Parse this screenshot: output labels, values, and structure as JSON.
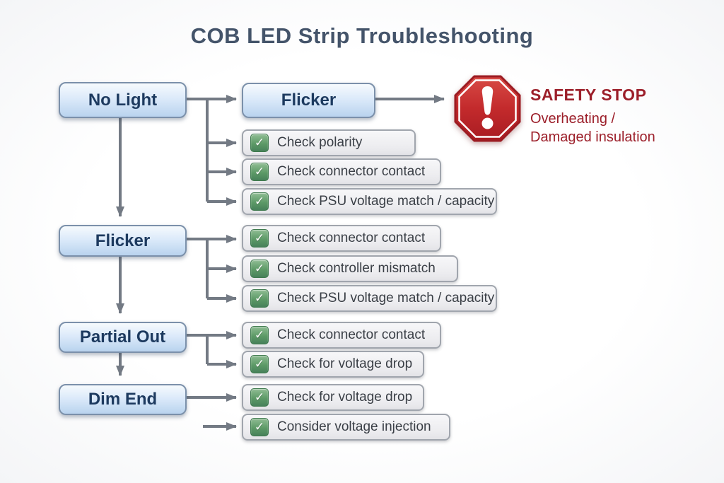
{
  "title": "COB LED Strip Troubleshooting",
  "flow": {
    "no_light": {
      "label": "No Light"
    },
    "flicker_top": {
      "label": "Flicker"
    },
    "flicker": {
      "label": "Flicker"
    },
    "partial_out": {
      "label": "Partial Out"
    },
    "dim_end": {
      "label": "Dim End"
    }
  },
  "safety_stop": {
    "title": "SAFETY STOP",
    "line1": "Overheating /",
    "line2": "Damaged insulation",
    "icon": "stop-octagon-exclamation-icon"
  },
  "checks": {
    "no_light": [
      "Check polarity",
      "Check connector contact",
      "Check PSU voltage match / capacity"
    ],
    "flicker": [
      "Check connector contact",
      "Check controller mismatch",
      "Check PSU voltage match / capacity"
    ],
    "partial_out": [
      "Check connector contact",
      "Check for voltage drop"
    ],
    "dim_end": [
      "Check for voltage drop",
      "Consider voltage injection"
    ]
  },
  "icons": {
    "check_glyph": "✓"
  },
  "colors": {
    "title_text": "#44546a",
    "node_fill_top": "#f6fafd",
    "node_fill_bottom": "#b9d3ee",
    "node_border": "#7b90aa",
    "node_text": "#1d3a5f",
    "arrow": "#737a84",
    "check_green": "#5d9a67",
    "item_border": "#a0a5ad",
    "item_text": "#3a3f46",
    "stop_red": "#b5242a",
    "safety_text": "#9c1f2a"
  }
}
